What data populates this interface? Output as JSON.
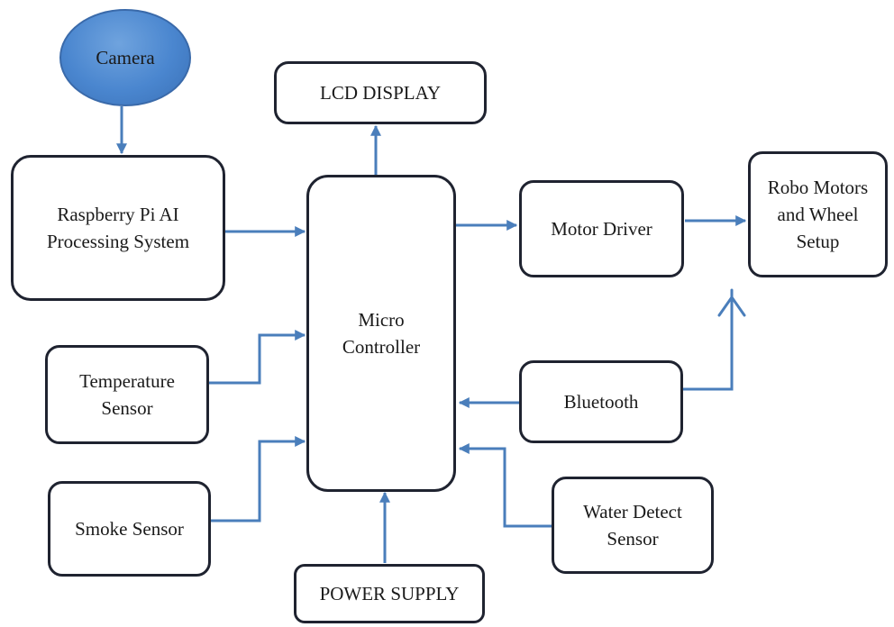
{
  "colors": {
    "connector": "#4a7ebb",
    "border": "#1f2330",
    "camera_fill": "#4a86cf"
  },
  "diagram": {
    "camera": "Camera",
    "lcd_display": "LCD DISPLAY",
    "raspberry_pi": "Raspberry Pi AI\nProcessing  System",
    "micro_controller": "Micro\nController",
    "motor_driver": "Motor Driver",
    "robo_motors": "Robo Motors\nand Wheel\nSetup",
    "temperature_sensor": "Temperature\nSensor",
    "bluetooth": "Bluetooth",
    "smoke_sensor": "Smoke Sensor",
    "water_detect_sensor": "Water Detect\nSensor",
    "power_supply": "POWER SUPPLY"
  }
}
